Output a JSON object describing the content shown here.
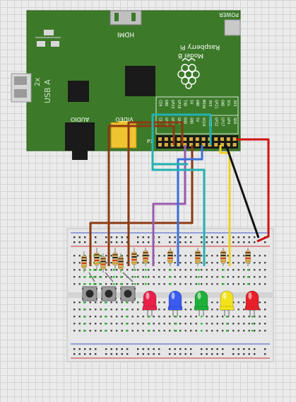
{
  "board": {
    "power_label": "POWER",
    "hdmi_label": "HDMI",
    "model_line1": "Raspberry Pi",
    "model_line2": "Model B",
    "usb_label_1": "2x",
    "usb_label_2": "USB A",
    "audio_label": "AUDIO",
    "video_label": "VIDEO",
    "p1_label": "P1",
    "gpio_labels": [
      "3V3",
      "SDA",
      "SCL",
      "GP4",
      "GND",
      "GP17",
      "GP21",
      "GP22",
      "3V3",
      "MOSI",
      "MISO",
      "SCLK",
      "GND",
      "5V",
      "5V",
      "GND",
      "TXD",
      "RXD",
      "GP18",
      "GND",
      "GP23",
      "GP24",
      "GND",
      "GP25",
      "CE0",
      "CE1"
    ]
  },
  "breadboard": {
    "buttons": [
      "button-1",
      "button-2",
      "button-3"
    ],
    "leds": [
      {
        "name": "led-red-1",
        "color": "#e8204a"
      },
      {
        "name": "led-blue",
        "color": "#3a5af0"
      },
      {
        "name": "led-green",
        "color": "#1fb03a"
      },
      {
        "name": "led-yellow",
        "color": "#f2e21a"
      },
      {
        "name": "led-red-2",
        "color": "#e8202a"
      }
    ]
  },
  "colors": {
    "pcb": "#3c7a2a",
    "wire_brown": "#8b3a10",
    "wire_cyan": "#22b2b2",
    "wire_blue": "#3a70d8",
    "wire_purple": "#9a5ab0",
    "wire_yellow": "#f0d020",
    "wire_black": "#111111",
    "wire_red": "#d01010"
  }
}
